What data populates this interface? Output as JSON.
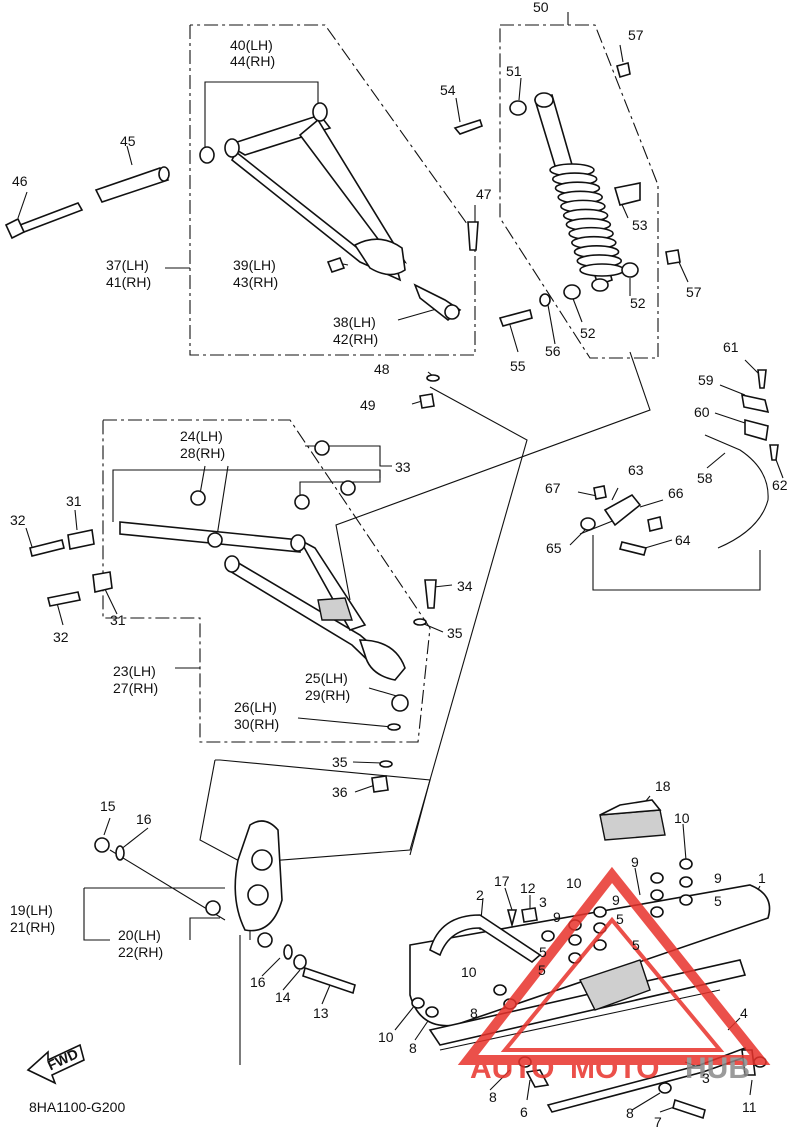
{
  "diagram": {
    "code": "8HA1100-G200",
    "fwd_label": "FWD",
    "watermark": {
      "auto": "AUTO",
      "moto": "MOTO",
      "hub": "HUB",
      "red": "#e8322b",
      "grey": "#8a8a8a"
    },
    "callouts": {
      "c1": "1",
      "c2": "2",
      "c3": "3",
      "c3b": "3",
      "c4": "4",
      "c5a": "5",
      "c5b": "5",
      "c5c": "5",
      "c5d": "5",
      "c5e": "5",
      "c6": "6",
      "c7": "7",
      "c8a": "8",
      "c8b": "8",
      "c8c": "8",
      "c8d": "8",
      "c9a": "9",
      "c9b": "9",
      "c9c": "9",
      "c9d": "9",
      "c10a": "10",
      "c10b": "10",
      "c10c": "10",
      "c10d": "10",
      "c11": "11",
      "c12": "12",
      "c13": "13",
      "c14": "14",
      "c15": "15",
      "c16a": "16",
      "c16b": "16",
      "c17": "17",
      "c18": "18",
      "c19": "19(LH)",
      "c21": "21(RH)",
      "c20": "20(LH)",
      "c22": "22(RH)",
      "c23": "23(LH)",
      "c27": "27(RH)",
      "c24": "24(LH)",
      "c28": "28(RH)",
      "c25": "25(LH)",
      "c29": "29(RH)",
      "c26": "26(LH)",
      "c30": "30(RH)",
      "c31a": "31",
      "c31b": "31",
      "c32a": "32",
      "c32b": "32",
      "c33": "33",
      "c34": "34",
      "c35a": "35",
      "c35b": "35",
      "c36": "36",
      "c37": "37(LH)",
      "c41": "41(RH)",
      "c38": "38(LH)",
      "c42": "42(RH)",
      "c39": "39(LH)",
      "c43": "43(RH)",
      "c40": "40(LH)",
      "c44": "44(RH)",
      "c45": "45",
      "c46": "46",
      "c47": "47",
      "c48": "48",
      "c49": "49",
      "c50": "50",
      "c51": "51",
      "c52a": "52",
      "c52b": "52",
      "c53": "53",
      "c54": "54",
      "c55": "55",
      "c56": "56",
      "c57a": "57",
      "c57b": "57",
      "c58": "58",
      "c59": "59",
      "c60": "60",
      "c61": "61",
      "c62": "62",
      "c63": "63",
      "c64": "64",
      "c65": "65",
      "c66": "66",
      "c67": "67"
    }
  }
}
